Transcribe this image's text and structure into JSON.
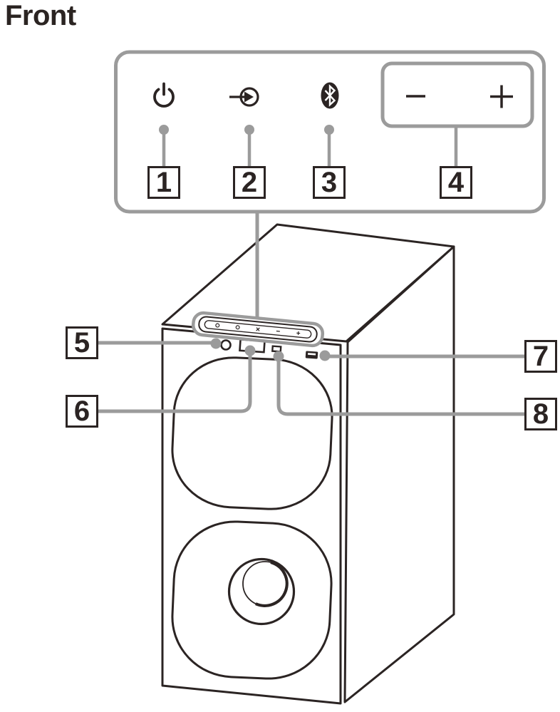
{
  "title": "Front",
  "panel_legend": {
    "items": [
      {
        "number": "1",
        "icon": "power-icon"
      },
      {
        "number": "2",
        "icon": "input-icon"
      },
      {
        "number": "3",
        "icon": "bluetooth-icon"
      },
      {
        "number": "4",
        "icon": "volume-buttons",
        "minus_label": "−",
        "plus_label": "+"
      }
    ]
  },
  "speaker_callouts": [
    {
      "number": "5",
      "icon": "remote-sensor"
    },
    {
      "number": "6",
      "icon": "display-window"
    },
    {
      "number": "7",
      "icon": "usb-port"
    },
    {
      "number": "8",
      "icon": "indicator"
    }
  ],
  "colors": {
    "line_black": "#2b2423",
    "callout_gray": "#9b9b9b",
    "background": "#ffffff"
  }
}
